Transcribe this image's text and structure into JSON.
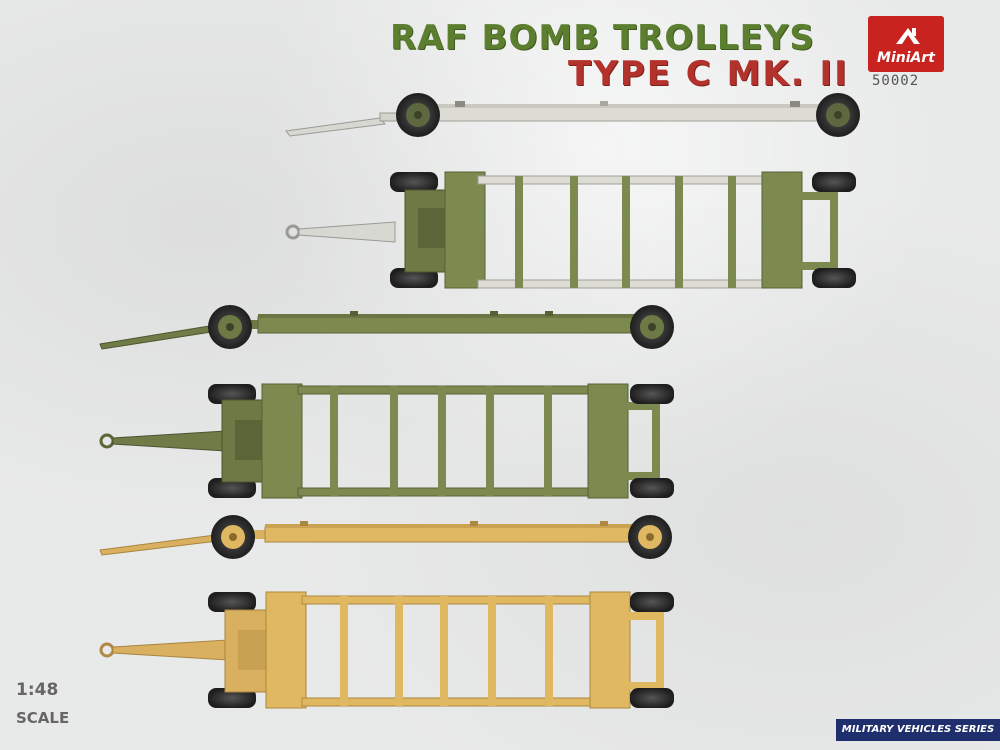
{
  "header": {
    "title_line1": "RAF BOMB TROLLEYS",
    "title_line2": "TYPE C MK. II"
  },
  "brand": {
    "logo_text": "MiniArt",
    "catalog_number": "50002"
  },
  "scale": {
    "value": "1:48",
    "label": "SCALE"
  },
  "series_badge": "MILITARY VEHICLES SERIES",
  "colors": {
    "title_green": "#5b7e2f",
    "title_red": "#b3322b",
    "logo_red": "#c8231f",
    "series_blue": "#1f2f6e",
    "trolley_white": "#dcdcd4",
    "trolley_olive": "#7c8a50",
    "trolley_sand": "#e0b862",
    "tire": "#2e2e2e"
  },
  "trolleys": [
    {
      "finish": "white",
      "view": "side"
    },
    {
      "finish": "white-olive",
      "view": "top"
    },
    {
      "finish": "olive",
      "view": "side"
    },
    {
      "finish": "olive",
      "view": "top"
    },
    {
      "finish": "sand",
      "view": "side"
    },
    {
      "finish": "sand",
      "view": "top"
    }
  ]
}
